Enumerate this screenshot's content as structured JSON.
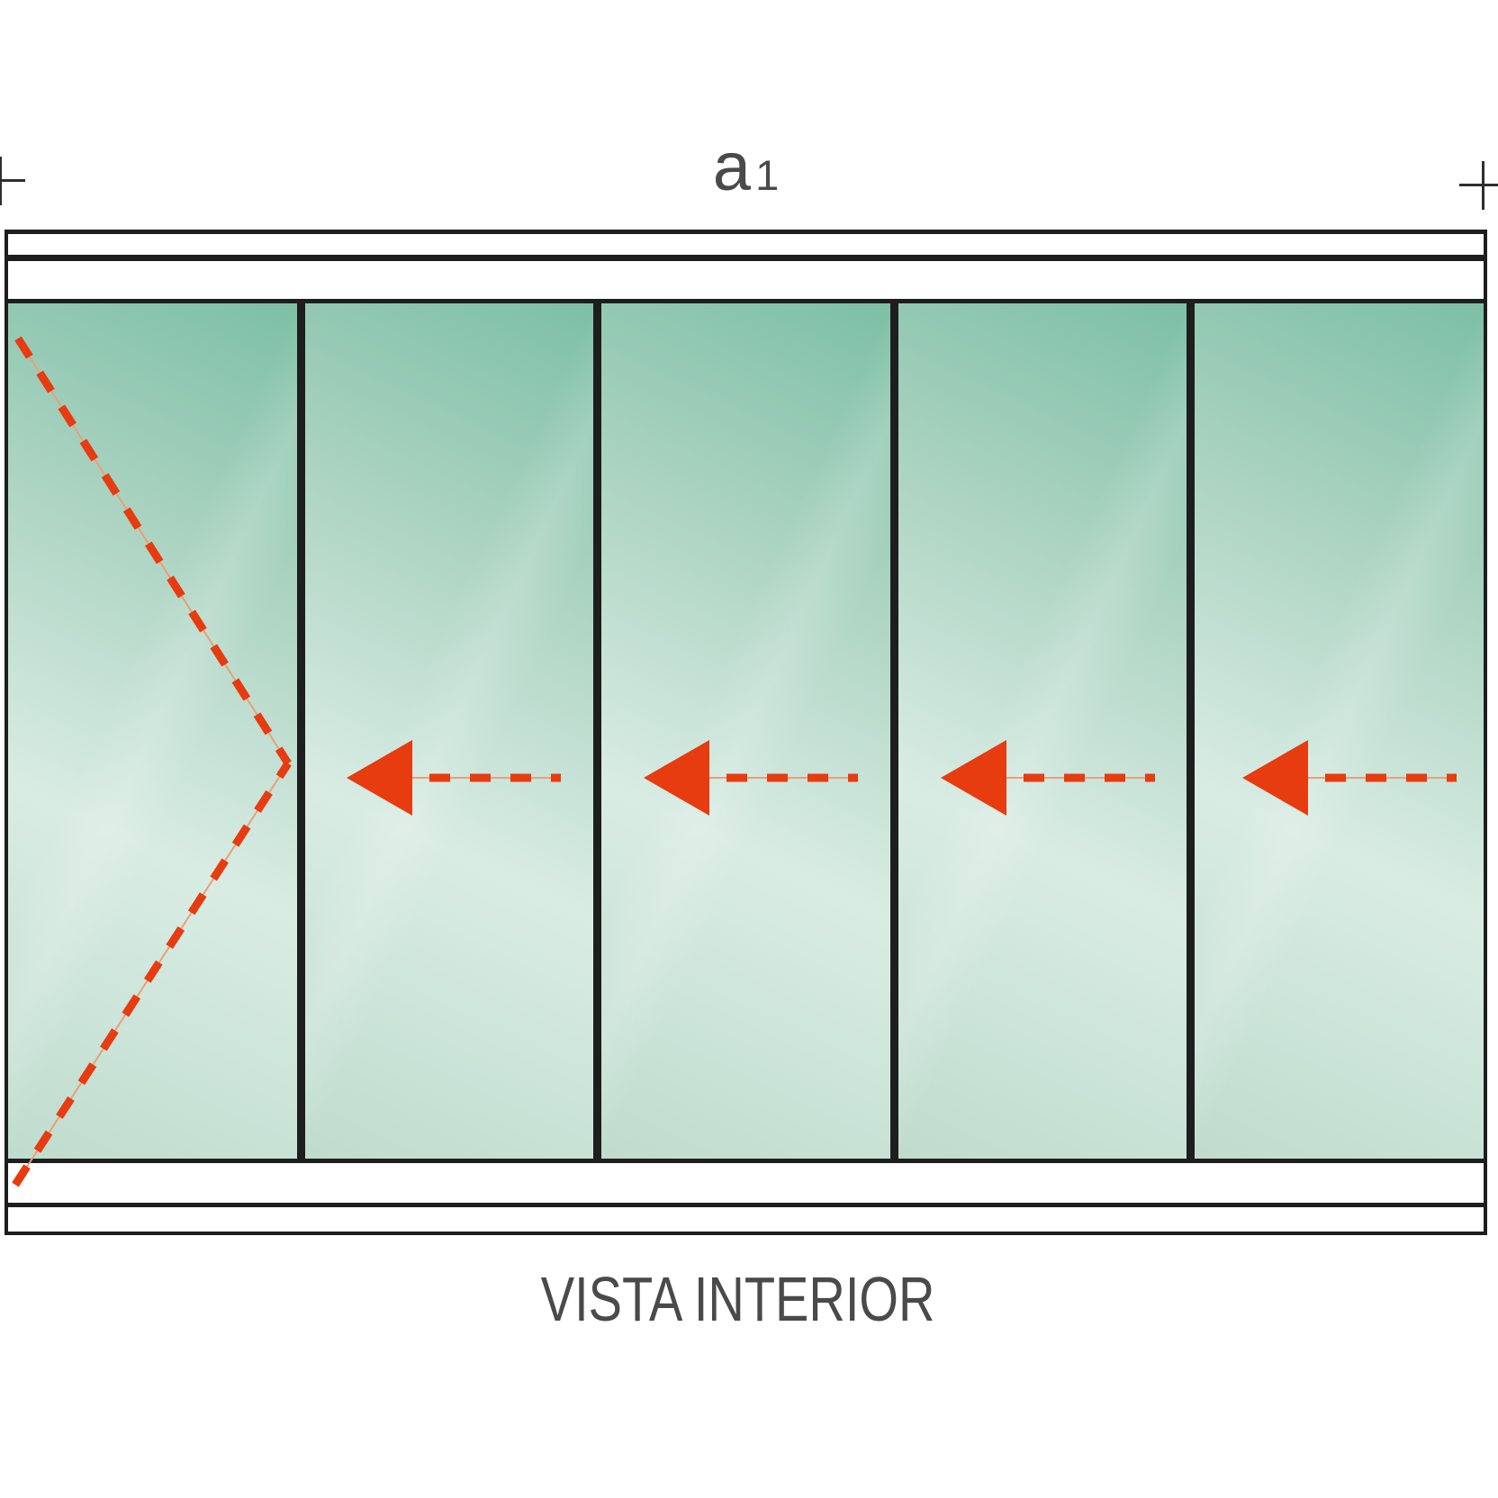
{
  "labels": {
    "dimension_main": "a",
    "dimension_sub": "1",
    "caption": "VISTA INTERIOR"
  },
  "colors": {
    "frame": "#1e1e1e",
    "glass_dark": "#7cbfa7",
    "glass_light": "#d9ece4",
    "glass_mid": "#bfdcce",
    "arrow_red": "#e73b10",
    "arrow_line": "#e8a077",
    "text": "#4a4a4a",
    "marker": "#2e2e2e"
  },
  "diagram": {
    "type": "folding-sliding-glass-door-elevation",
    "view": "interior",
    "dimension_span": "a1",
    "panel_count": 5,
    "panels": [
      {
        "index": 1,
        "indicator": "dashed-fold-v-opening-left"
      },
      {
        "index": 2,
        "indicator": "dashed-arrow-slide-left"
      },
      {
        "index": 3,
        "indicator": "dashed-arrow-slide-left"
      },
      {
        "index": 4,
        "indicator": "dashed-arrow-slide-left"
      },
      {
        "index": 5,
        "indicator": "dashed-arrow-slide-left"
      }
    ]
  }
}
